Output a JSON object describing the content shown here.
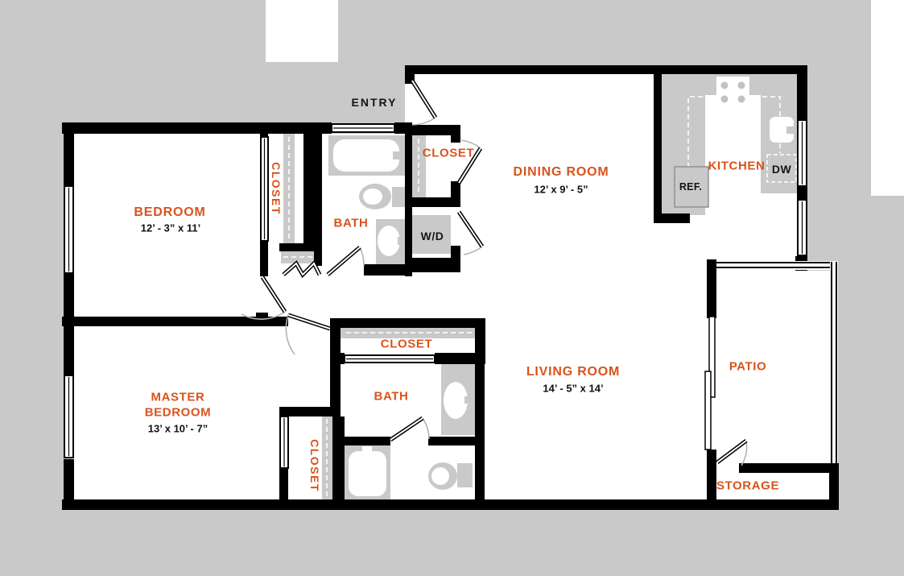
{
  "colors": {
    "background_gray": "#c9c9c9",
    "wall_black": "#000000",
    "accent_orange": "#d9531c",
    "door_arc_gray": "#b3b3b3"
  },
  "rooms": {
    "entry": {
      "name": "ENTRY"
    },
    "bedroom": {
      "name": "BEDROOM",
      "dims": "12’ - 3” x 11’"
    },
    "master_bedroom": {
      "name_line1": "MASTER",
      "name_line2": "BEDROOM",
      "dims": "13’ x 10’ - 7”"
    },
    "dining_room": {
      "name": "DINING ROOM",
      "dims": "12’ x 9’ - 5”"
    },
    "living_room": {
      "name": "LIVING ROOM",
      "dims": "14’ - 5” x 14’"
    },
    "kitchen": {
      "name": "KITCHEN"
    },
    "bath_upper": {
      "name": "BATH"
    },
    "bath_lower": {
      "name": "BATH"
    },
    "patio": {
      "name": "PATIO"
    },
    "storage": {
      "name": "STORAGE"
    }
  },
  "closets": {
    "bedroom_closet": "CLOSET",
    "entry_closet": "CLOSET",
    "hall_closet": "CLOSET",
    "master_closet": "CLOSET"
  },
  "appliances": {
    "refrigerator": "REF.",
    "dishwasher": "DW",
    "washer_dryer": "W/D"
  }
}
